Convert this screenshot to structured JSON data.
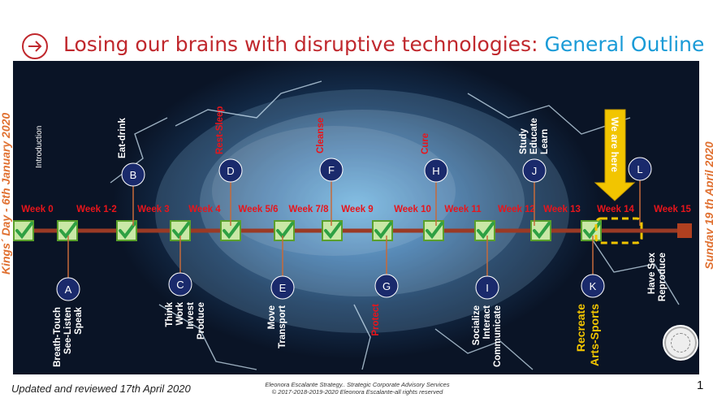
{
  "title": {
    "main": "Losing our brains with disruptive technologies: ",
    "accent": "General Outline",
    "icon": "arrow-right-circle-icon"
  },
  "side_left": "Kings´ Day - 6th January 2020",
  "side_right": "Sunday 19 th April 2020",
  "timeline": {
    "weeks": [
      "Week 0",
      "Week 1-2",
      "Week 3",
      "Week 4",
      "Week 5/6",
      "Week 7/8",
      "Week 9",
      "Week 10",
      "Week 11",
      "Week 12",
      "Week 13",
      "Week 14",
      "Week 15"
    ],
    "intro": "Introduction",
    "completed_checkmarks": 13,
    "here_marker": "We are here",
    "top_nodes": [
      {
        "letter": "B",
        "lines": [
          "Eat-drink"
        ]
      },
      {
        "letter": "D",
        "lines": [
          "Rest-Sleep"
        ]
      },
      {
        "letter": "F",
        "lines": [
          "Cleanse"
        ]
      },
      {
        "letter": "H",
        "lines": [
          "Cure"
        ]
      },
      {
        "letter": "J",
        "lines": [
          "Study",
          "Educate",
          "Learn"
        ]
      },
      {
        "letter": "L",
        "lines": []
      }
    ],
    "bottom_nodes": [
      {
        "letter": "A",
        "lines": [
          "Breath-Touch",
          "See-Listen",
          "Speak"
        ]
      },
      {
        "letter": "C",
        "lines": [
          "Think",
          "Work",
          "Invest",
          "Produce"
        ]
      },
      {
        "letter": "E",
        "lines": [
          "Move",
          "Transport"
        ]
      },
      {
        "letter": "G",
        "lines": [
          "Protect"
        ]
      },
      {
        "letter": "I",
        "lines": [
          "Socialize",
          "Interact",
          "Communicate"
        ]
      },
      {
        "letter": "K",
        "lines": [
          "Recreate",
          "Arts-Sports"
        ]
      }
    ],
    "right_label": [
      "Have Sex",
      "Reproduce"
    ]
  },
  "colors": {
    "title_red": "#c0282d",
    "title_blue": "#1a9bd7",
    "side_orange": "#e07030",
    "node_fill": "#1a2a6c",
    "week_red": "#e8151b",
    "check_green": "#2ea043",
    "highlight_yellow": "#f2c500"
  },
  "footer": {
    "updated": "Updated and reviewed 17th April 2020",
    "credit_line1": "Eleonora Escalante Strategy.. Strategic Corporate Advisory Services",
    "credit_line2": "© 2017-2018-2019-2020  Eleonora Escalante-all rights reserved",
    "page": "1"
  }
}
